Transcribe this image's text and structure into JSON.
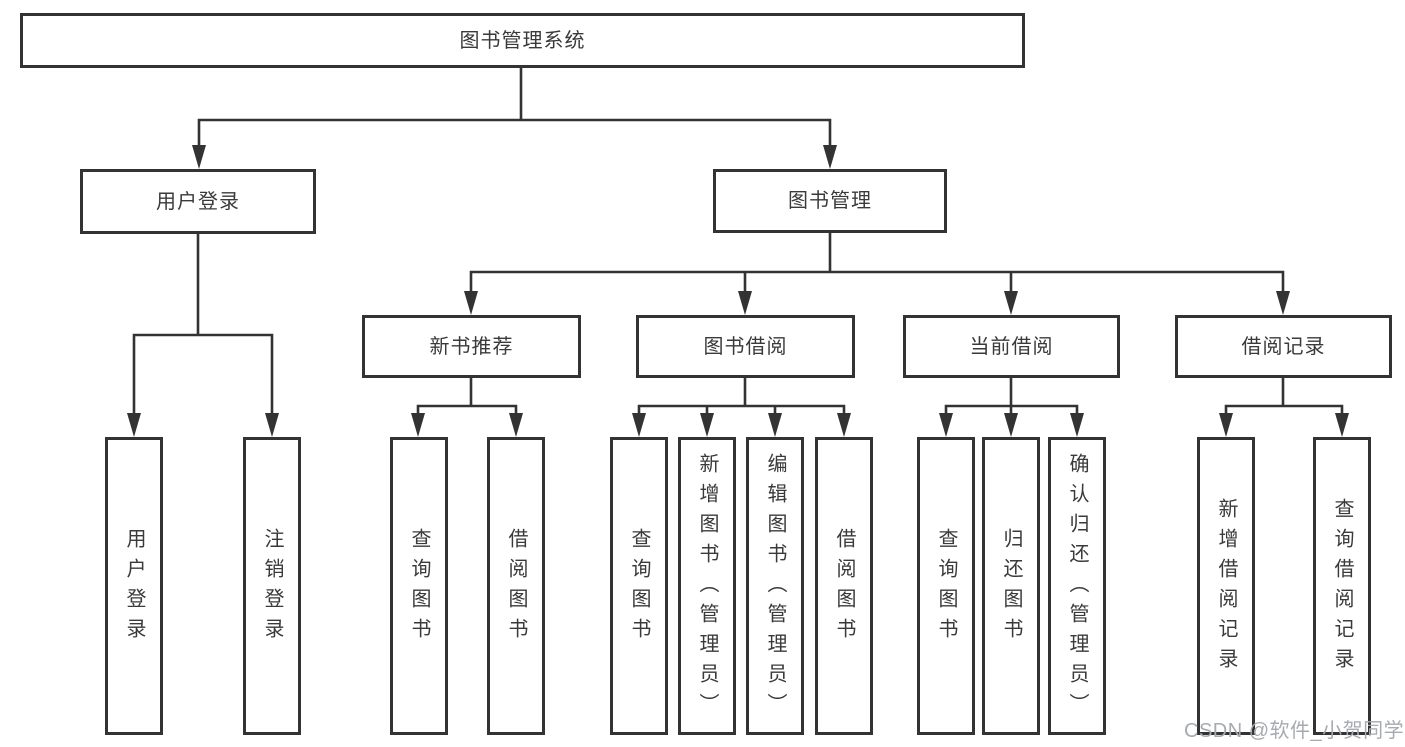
{
  "tree": {
    "root": {
      "label": "图书管理系统"
    },
    "level2": [
      {
        "label": "用户登录",
        "children": [
          {
            "label": "用户登录"
          },
          {
            "label": "注销登录"
          }
        ]
      },
      {
        "label": "图书管理",
        "children": [
          {
            "label": "新书推荐",
            "children": [
              {
                "label": "查询图书"
              },
              {
                "label": "借阅图书"
              }
            ]
          },
          {
            "label": "图书借阅",
            "children": [
              {
                "label": "查询图书"
              },
              {
                "label": "新增图书（管理员）"
              },
              {
                "label": "编辑图书（管理员）"
              },
              {
                "label": "借阅图书"
              }
            ]
          },
          {
            "label": "当前借阅",
            "children": [
              {
                "label": "查询图书"
              },
              {
                "label": "归还图书"
              },
              {
                "label": "确认归还（管理员）"
              }
            ]
          },
          {
            "label": "借阅记录",
            "children": [
              {
                "label": "新增借阅记录"
              },
              {
                "label": "查询借阅记录"
              }
            ]
          }
        ]
      }
    ]
  },
  "watermark": {
    "text": "CSDN @软件_小贺同学"
  },
  "colors": {
    "line": "#333333",
    "box_border": "#333333",
    "box_background": "#ffffff",
    "text": "#3a3a3a",
    "watermark": "#a7aab0"
  }
}
